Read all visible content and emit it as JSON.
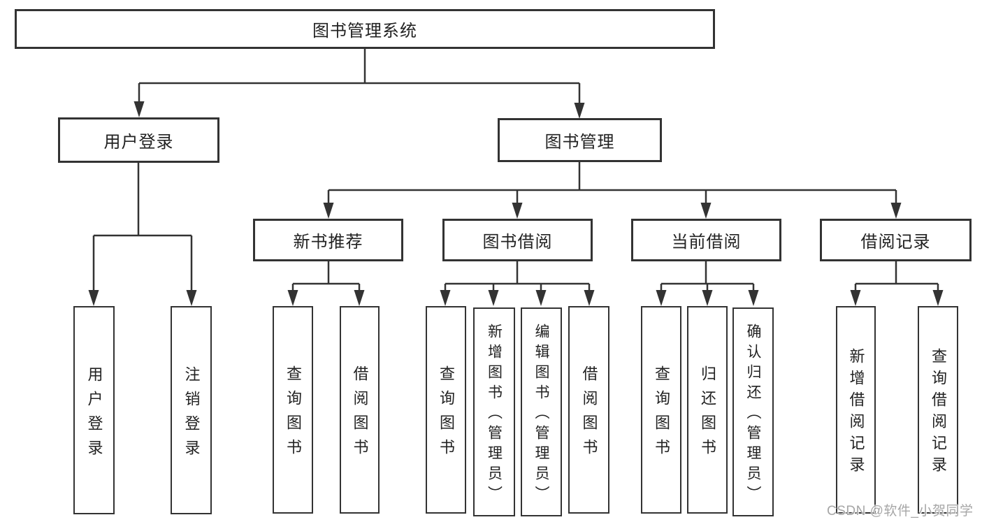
{
  "tree": {
    "label": "图书管理系统",
    "children": [
      {
        "label": "用户登录",
        "children": [
          {
            "label": "用户登录"
          },
          {
            "label": "注销登录"
          }
        ]
      },
      {
        "label": "图书管理",
        "children": [
          {
            "label": "新书推荐",
            "children": [
              {
                "label": "查询图书"
              },
              {
                "label": "借阅图书"
              }
            ]
          },
          {
            "label": "图书借阅",
            "children": [
              {
                "label": "查询图书"
              },
              {
                "label": "新增图书（管理员）"
              },
              {
                "label": "编辑图书（管理员）"
              },
              {
                "label": "借阅图书"
              }
            ]
          },
          {
            "label": "当前借阅",
            "children": [
              {
                "label": "查询图书"
              },
              {
                "label": "归还图书"
              },
              {
                "label": "确认归还（管理员）"
              }
            ]
          },
          {
            "label": "借阅记录",
            "children": [
              {
                "label": "新增借阅记录"
              },
              {
                "label": "查询借阅记录"
              }
            ]
          }
        ]
      }
    ]
  },
  "watermark": {
    "text": "CSDN @软件_小贺同学"
  },
  "colors": {
    "line": "#333333",
    "text": "#222222",
    "background": "#ffffff",
    "watermark": "#a6a6a6"
  }
}
